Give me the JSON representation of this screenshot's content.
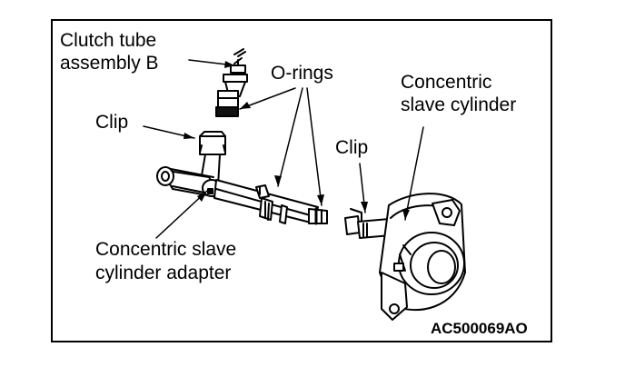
{
  "figure": {
    "labels": {
      "clutch_tube_line1": "Clutch tube",
      "clutch_tube_line2": "assembly B",
      "o_rings": "O-rings",
      "clip_left": "Clip",
      "concentric_slave_line1": "Concentric",
      "concentric_slave_line2": "slave cylinder",
      "clip_right": "Clip",
      "adapter_line1": "Concentric slave",
      "adapter_line2": "cylinder adapter"
    },
    "code": "AC500069AO"
  },
  "colors": {
    "ink": "#000000",
    "paper": "#ffffff"
  }
}
